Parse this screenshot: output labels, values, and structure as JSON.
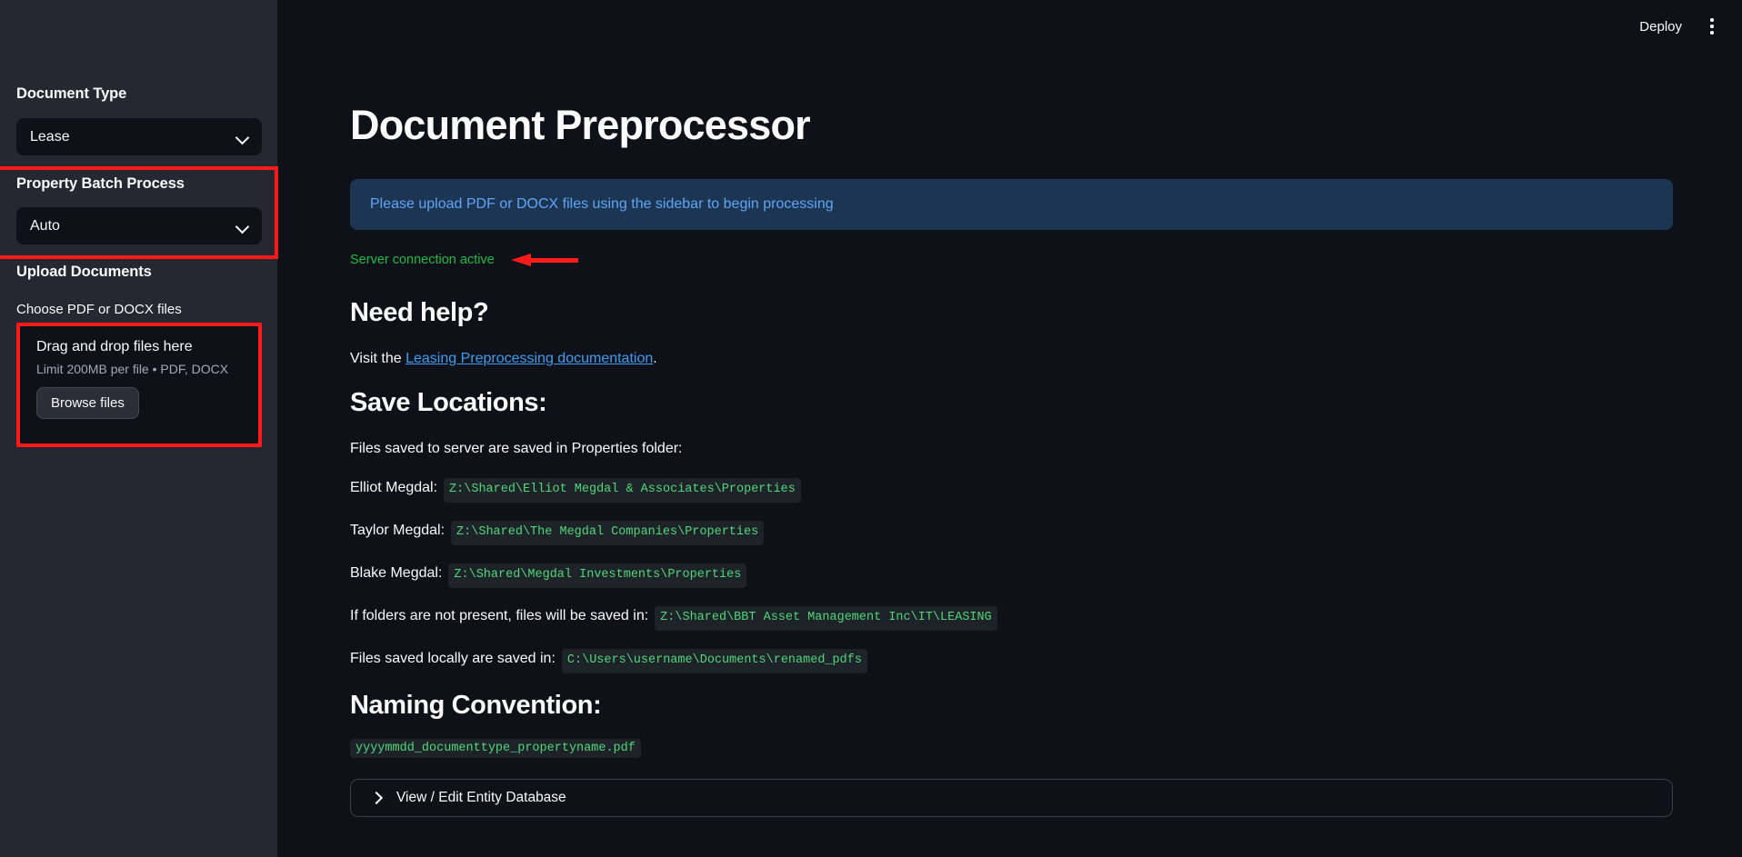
{
  "topbar": {
    "deploy_label": "Deploy",
    "menu_icon": "kebab-menu-icon"
  },
  "sidebar": {
    "document_type": {
      "label": "Document Type",
      "selected": "Lease",
      "chevron_icon": "chevron-down-icon"
    },
    "property_batch_process": {
      "label": "Property Batch Process",
      "selected": "Auto",
      "chevron_icon": "chevron-down-icon"
    },
    "upload": {
      "heading": "Upload Documents",
      "file_picker_label": "Choose PDF or DOCX files",
      "dropzone_title": "Drag and drop files here",
      "dropzone_limit": "Limit 200MB per file • PDF, DOCX",
      "browse_button": "Browse files"
    }
  },
  "main": {
    "title": "Document Preprocessor",
    "info_banner": "Please upload PDF or DOCX files using the sidebar to begin processing",
    "status": "Server connection active",
    "help": {
      "heading": "Need help?",
      "visit_prefix": "Visit the ",
      "link_text": "Leasing Preprocessing documentation",
      "visit_suffix": "."
    },
    "save_locations": {
      "heading": "Save Locations:",
      "intro": "Files saved to server are saved in Properties folder:",
      "entries": [
        {
          "label": "Elliot Megdal:",
          "path": "Z:\\Shared\\Elliot Megdal & Associates\\Properties"
        },
        {
          "label": "Taylor Megdal:",
          "path": "Z:\\Shared\\The Megdal Companies\\Properties"
        },
        {
          "label": "Blake Megdal:",
          "path": "Z:\\Shared\\Megdal Investments\\Properties"
        },
        {
          "label": "If folders are not present, files will be saved in:",
          "path": "Z:\\Shared\\BBT Asset Management Inc\\IT\\LEASING"
        },
        {
          "label": "Files saved locally are saved in:",
          "path": "C:\\Users\\username\\Documents\\renamed_pdfs"
        }
      ]
    },
    "naming_convention": {
      "heading": "Naming Convention:",
      "pattern": "yyyymmdd_documenttype_propertyname.pdf"
    },
    "entity_database_expander": {
      "label": "View / Edit Entity Database",
      "chevron_icon": "chevron-right-icon"
    }
  },
  "colors": {
    "app_background": "#0e1117",
    "sidebar_background": "#262730",
    "accent_blue": "#60a5f5",
    "status_green": "#21ba45",
    "code_green": "#4fd778",
    "annotation_red": "#ff1a1a",
    "link_blue": "#3d9df3"
  }
}
